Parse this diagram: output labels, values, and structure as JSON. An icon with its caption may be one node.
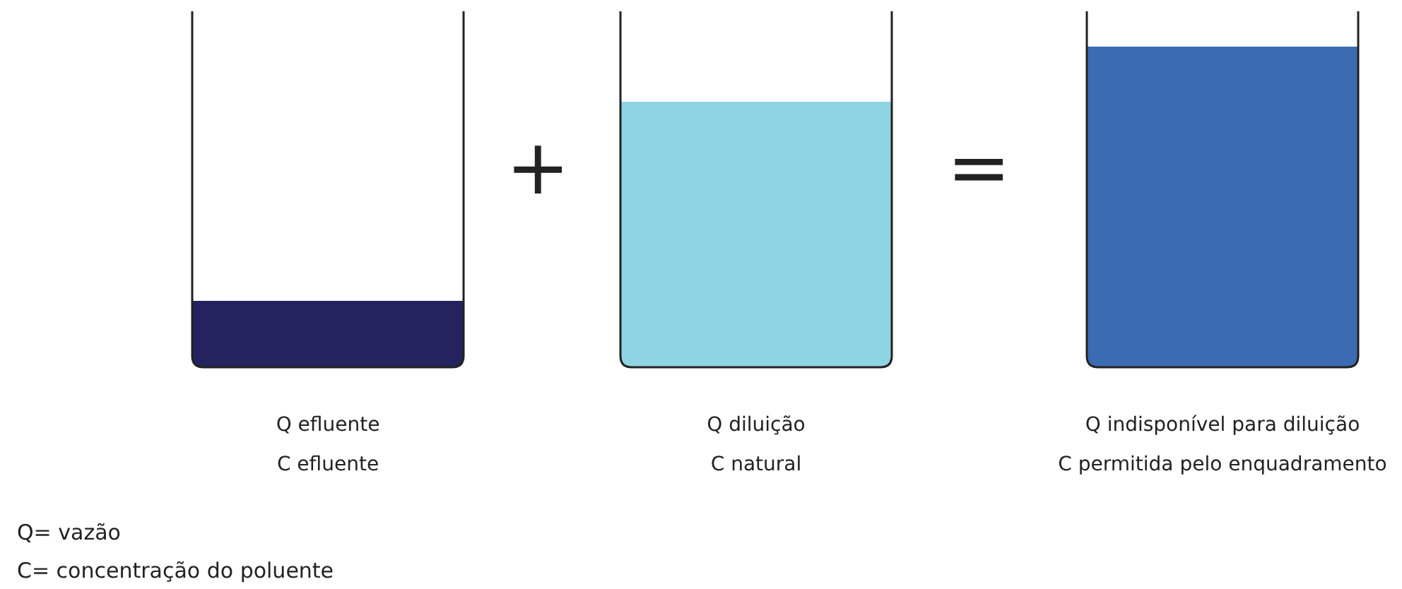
{
  "diagram": {
    "nodes": [
      {
        "text": [],
        "shape": "box",
        "beside": [
          "Q efluente",
          "C efluente"
        ]
      },
      {
        "text": [],
        "shape": "box",
        "beside": [
          "Q diluição",
          "C natural"
        ]
      },
      {
        "text": [],
        "shape": "box",
        "beside": [
          "Q indisponível para diluição",
          "C permitida pelo enquadramento"
        ]
      }
    ],
    "edges": [],
    "labels": [
      "+",
      "=",
      "Q= vazão",
      "C= concentração do poluente"
    ]
  }
}
